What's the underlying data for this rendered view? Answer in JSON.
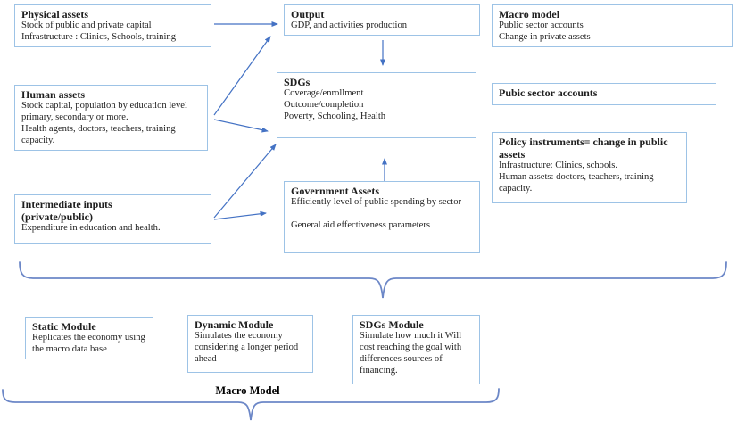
{
  "colors": {
    "box_border": "#9dc3e6",
    "arrow": "#4472c4",
    "brace": "#6c87c7",
    "text": "#1f1f1f",
    "bg": "#ffffff"
  },
  "boxes": {
    "physical_assets": {
      "title": "Physical assets",
      "lines": [
        "Stock of public and private capital",
        "Infrastructure : Clinics, Schools, training"
      ]
    },
    "output": {
      "title": "Output",
      "lines": [
        "GDP, and activities production"
      ]
    },
    "macro_model": {
      "title": "Macro model",
      "lines": [
        "Public sector accounts",
        "Change in private assets"
      ]
    },
    "human_assets": {
      "title": "Human assets",
      "lines": [
        "Stock capital, population by education level primary, secondary or more.",
        "Health agents, doctors, teachers, training capacity."
      ]
    },
    "sdgs": {
      "title": "SDGs",
      "lines": [
        "Coverage/enrollment",
        "Outcome/completion",
        "Poverty, Schooling, Health"
      ]
    },
    "pubic_sector_accounts": {
      "title": "Pubic sector accounts",
      "lines": []
    },
    "policy_instruments": {
      "title": "Policy instruments= change in public assets",
      "lines": [
        "Infrastructure: Clinics, schools.",
        "Human assets: doctors, teachers, training capacity."
      ]
    },
    "intermediate_inputs": {
      "title": "Intermediate inputs (private/public)",
      "lines": [
        "Expenditure in education and health."
      ]
    },
    "government_assets": {
      "title": "Government Assets",
      "lines": [
        "Efficiently level of public spending by sector",
        "General aid effectiveness parameters"
      ]
    },
    "static_module": {
      "title": "Static Module",
      "lines": [
        "Replicates the economy using the macro data base"
      ]
    },
    "dynamic_module": {
      "title": "Dynamic Module",
      "lines": [
        "Simulates the economy considering a longer period ahead"
      ]
    },
    "sdgs_module": {
      "title": "SDGs Module",
      "lines": [
        "Simulate how much it Will cost reaching the goal with differences sources of financing."
      ]
    }
  },
  "labels": {
    "macro_model_caption": "Macro Model"
  }
}
